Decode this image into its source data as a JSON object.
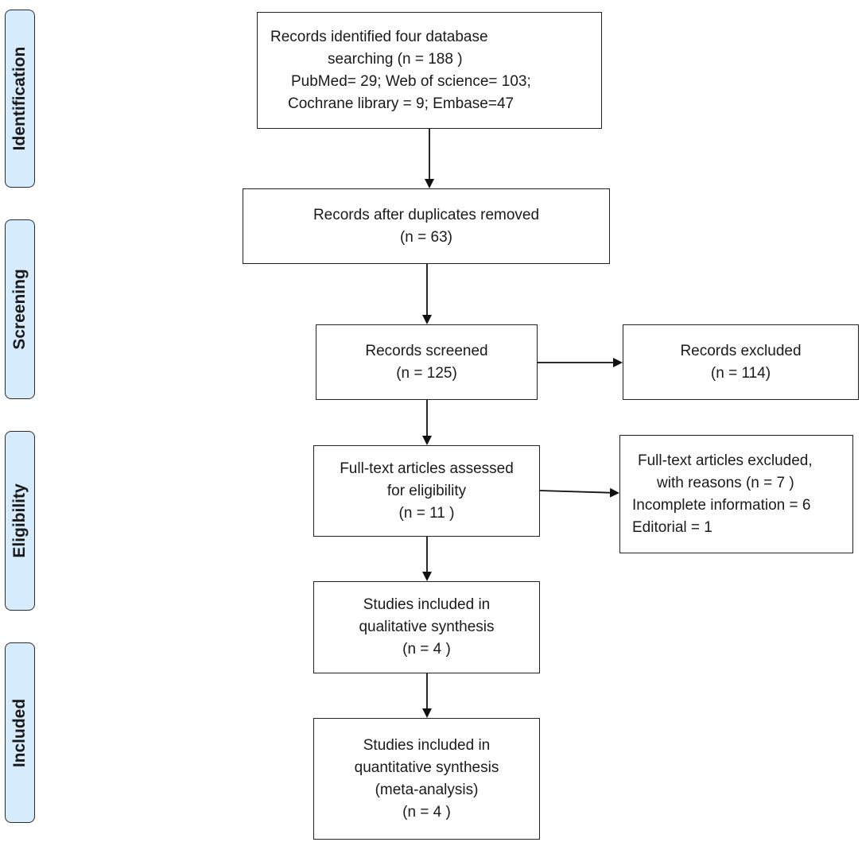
{
  "phases": {
    "identification": "Identification",
    "screening": "Screening",
    "eligibility": "Eligibility",
    "included": "Included"
  },
  "boxes": {
    "identified": {
      "lines": [
        "Records identified four database",
        "searching (n = 188 )",
        "PubMed= 29; Web of science= 103;",
        "Cochrane library = 9; Embase=47"
      ]
    },
    "duplicates_removed": {
      "lines": [
        "Records after duplicates removed",
        "(n = 63)"
      ]
    },
    "screened": {
      "lines": [
        "Records screened",
        "(n = 125)"
      ]
    },
    "excluded": {
      "lines": [
        "Records excluded",
        "(n = 114)"
      ]
    },
    "fulltext_assessed": {
      "lines": [
        "Full-text articles assessed",
        "for eligibility",
        "(n = 11 )"
      ]
    },
    "fulltext_excluded": {
      "lines": [
        "Full-text articles excluded,",
        "with reasons (n = 7 )",
        "Incomplete information = 6",
        "Editorial = 1"
      ]
    },
    "qualitative": {
      "lines": [
        "Studies included in",
        "qualitative synthesis",
        "(n =  4 )"
      ]
    },
    "quantitative": {
      "lines": [
        "Studies included in",
        "quantitative synthesis",
        "(meta-analysis)",
        "(n =  4 )"
      ]
    }
  }
}
